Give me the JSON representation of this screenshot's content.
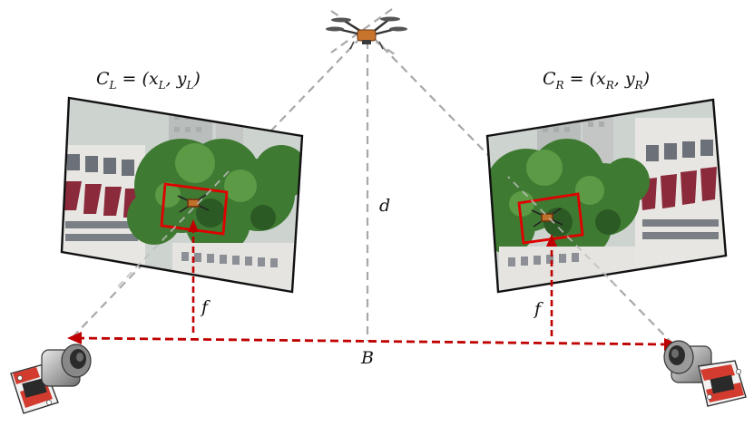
{
  "labels": {
    "left_camera_center": {
      "C": "C",
      "sub_C": "L",
      "eq": " = (",
      "x": "x",
      "sub_x": "L",
      "sep": ", ",
      "y": "y",
      "sub_y": "L",
      "close": ")"
    },
    "right_camera_center": {
      "C": "C",
      "sub_C": "R",
      "eq": " = (",
      "x": "x",
      "sub_x": "R",
      "sep": ", ",
      "y": "y",
      "sub_y": "R",
      "close": ")"
    },
    "distance": "d",
    "baseline": "B",
    "focal_left": "f",
    "focal_right": "f"
  },
  "colors": {
    "baseline_line": "#c00000",
    "sight_line": "#a8a8a8",
    "detection_box": "#e00000",
    "image_border": "#111111",
    "sky": "#cdd3cf",
    "foliage": "#3f7a32",
    "building_red": "#8a2a3a"
  },
  "icons": [
    "drone-icon",
    "left-camera-icon",
    "right-camera-icon"
  ]
}
